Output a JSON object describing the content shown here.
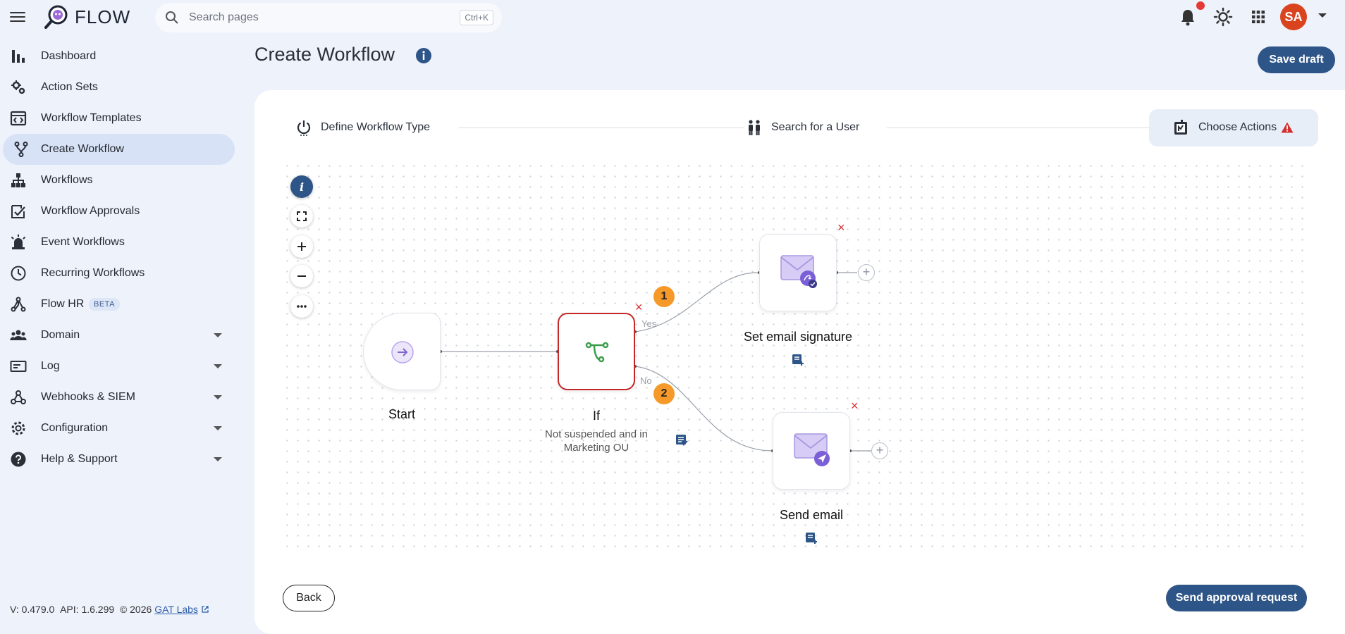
{
  "topbar": {
    "logo_text": "FLOW",
    "search_placeholder": "Search pages",
    "search_shortcut": "Ctrl+K",
    "avatar_initials": "SA",
    "icons": [
      "menu-icon",
      "search-icon",
      "bell-icon",
      "sun-icon",
      "apps-grid-icon",
      "chevron-down-icon"
    ]
  },
  "sidebar": {
    "items": [
      {
        "label": "Dashboard",
        "icon": "bar-chart-icon"
      },
      {
        "label": "Action Sets",
        "icon": "gears-icon"
      },
      {
        "label": "Workflow Templates",
        "icon": "template-icon"
      },
      {
        "label": "Create Workflow",
        "icon": "branch-icon",
        "active": true
      },
      {
        "label": "Workflows",
        "icon": "hierarchy-icon"
      },
      {
        "label": "Workflow Approvals",
        "icon": "approval-icon"
      },
      {
        "label": "Event Workflows",
        "icon": "alarm-icon"
      },
      {
        "label": "Recurring Workflows",
        "icon": "clock-icon"
      },
      {
        "label": "Flow HR",
        "icon": "flow-hr-icon",
        "badge": "BETA"
      },
      {
        "label": "Domain",
        "icon": "people-icon",
        "expandable": true
      },
      {
        "label": "Log",
        "icon": "log-icon",
        "expandable": true
      },
      {
        "label": "Webhooks & SIEM",
        "icon": "webhook-icon",
        "expandable": true
      },
      {
        "label": "Configuration",
        "icon": "gear-icon",
        "expandable": true
      },
      {
        "label": "Help & Support",
        "icon": "help-icon",
        "expandable": true
      }
    ],
    "version": "V: 0.479.0",
    "api": "API: 1.6.299",
    "copyright": "© 2026",
    "company": "GAT Labs"
  },
  "main": {
    "title": "Create Workflow",
    "save_draft": "Save draft",
    "steps": [
      {
        "label": "Define Workflow Type",
        "icon": "power-icon"
      },
      {
        "label": "Search for a User",
        "icon": "users-icon"
      },
      {
        "label": "Choose Actions",
        "icon": "actions-icon",
        "active": true,
        "warning": true
      }
    ],
    "canvas": {
      "nodes": {
        "start": {
          "label": "Start"
        },
        "if": {
          "label": "If",
          "subtitle": "Not suspended and in Marketing OU"
        },
        "set_signature": {
          "label": "Set email signature"
        },
        "send_email": {
          "label": "Send email"
        }
      },
      "edges": {
        "yes": "Yes",
        "no": "No"
      },
      "badges": [
        "1",
        "2"
      ]
    },
    "back": "Back",
    "send_approval": "Send approval request"
  },
  "colors": {
    "primary": "#2e5587",
    "avatar": "#d9441f",
    "badge": "#f59a2a",
    "error": "#c62828",
    "bg": "#eef2fb"
  }
}
